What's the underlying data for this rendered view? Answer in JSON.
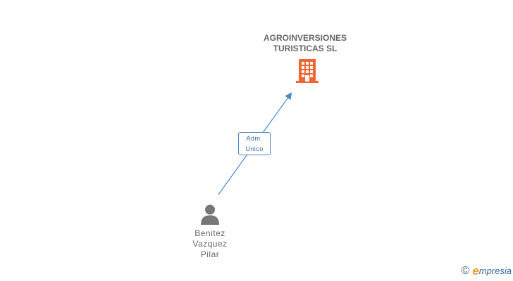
{
  "company": {
    "name_line1": "AGROINVERSIONES",
    "name_line2": "TURISTICAS SL",
    "icon": "building-icon",
    "color": "#f26532"
  },
  "relation": {
    "label_line1": "Adm.",
    "label_line2": "Unico",
    "color": "#4a86c8"
  },
  "person": {
    "name_line1": "Benitez",
    "name_line2": "Vazquez",
    "name_line3": "Pilar",
    "icon": "person-icon",
    "color": "#777777"
  },
  "footer": {
    "copyright": "©",
    "brand_first": "e",
    "brand_rest": "mpresia"
  }
}
